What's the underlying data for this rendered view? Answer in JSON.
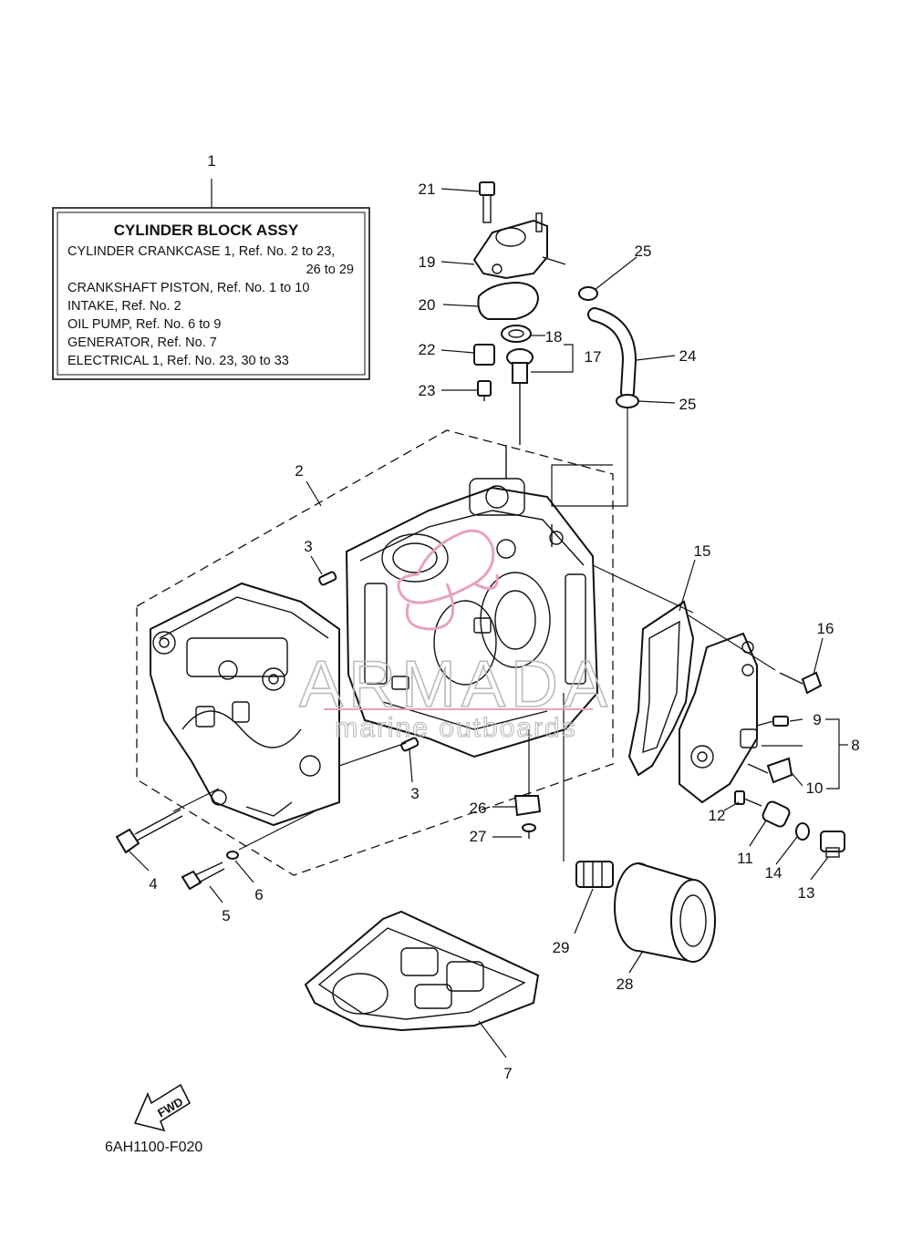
{
  "legend": {
    "title": "CYLINDER BLOCK ASSY",
    "lines": [
      "CYLINDER CRANKCASE 1,  Ref. No. 2 to 23,",
      "26 to 29",
      "CRANKSHAFT PISTON,  Ref. No. 1 to 10",
      "INTAKE,  Ref. No. 2",
      "OIL PUMP,  Ref. No. 6 to 9",
      "GENERATOR,  Ref. No. 7",
      "ELECTRICAL 1,  Ref. No. 23, 30 to 33"
    ]
  },
  "callouts": [
    "1",
    "2",
    "3",
    "3",
    "4",
    "5",
    "6",
    "7",
    "8",
    "9",
    "10",
    "10",
    "11",
    "12",
    "13",
    "14",
    "15",
    "16",
    "17",
    "18",
    "19",
    "20",
    "21",
    "22",
    "23",
    "24",
    "25",
    "25",
    "26",
    "27",
    "28",
    "29"
  ],
  "watermark": {
    "brand": "ARMADA",
    "tagline": "marine outboards"
  },
  "fwd_label": "FWD",
  "diagram_code": "6AH1100-F020",
  "colors": {
    "line": "#111111",
    "watermark_gray": "#b9b9b9",
    "watermark_pink": "#e7a1c2"
  }
}
